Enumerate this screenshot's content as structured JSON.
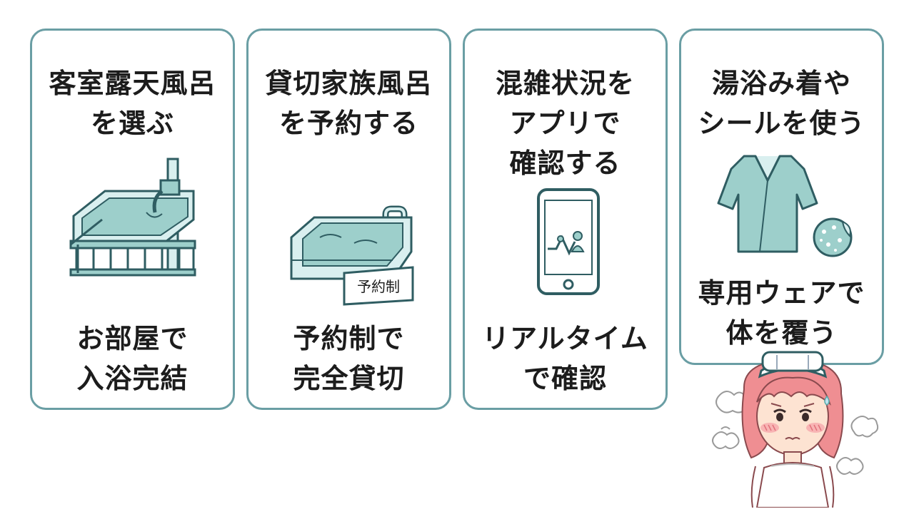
{
  "cards": [
    {
      "title": "客室露天風呂\nを選ぶ",
      "caption": "お部屋で\n入浴完結"
    },
    {
      "title": "貸切家族風呂\nを予約する",
      "caption": "予約制で\n完全貸切",
      "sign_label": "予約制"
    },
    {
      "title": "混雑状況を\nアプリで\n確認する",
      "caption": "リアルタイム\nで確認"
    },
    {
      "title": "湯浴み着や\nシールを使う",
      "caption": "専用ウェアで\n体を覆う"
    }
  ],
  "colors": {
    "border": "#6a9ea4",
    "teal_fill": "#9dcfcb",
    "teal_light": "#d9efef",
    "line": "#2f5d62",
    "hair": "#ef8e92"
  }
}
